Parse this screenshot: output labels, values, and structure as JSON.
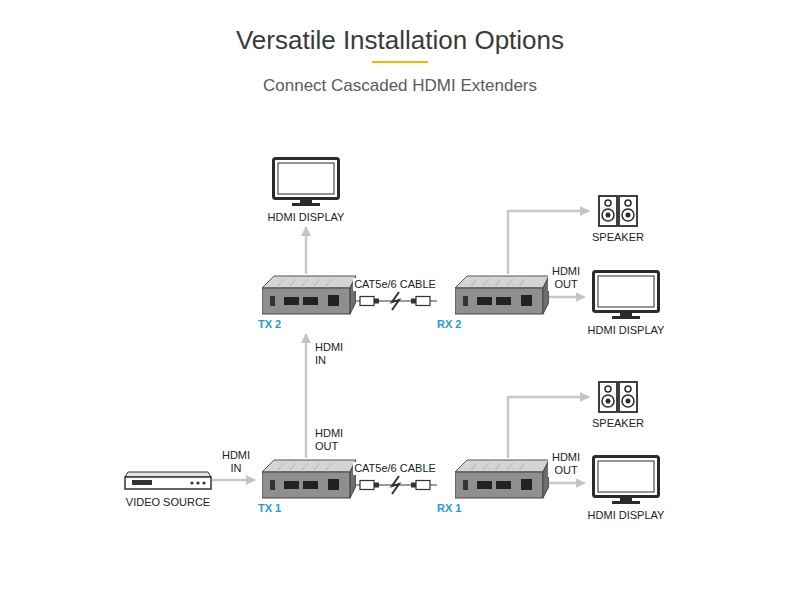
{
  "diagram": {
    "title": "Versatile Installation Options",
    "nodes": [
      {
        "text": [
          "HDMI DISPLAY"
        ]
      },
      {
        "text": [
          "SPEAKER"
        ]
      },
      {
        "text": [
          "TX 2"
        ]
      },
      {
        "text": [
          "RX 2"
        ]
      },
      {
        "text": [
          "HDMI DISPLAY"
        ]
      },
      {
        "text": [
          "SPEAKER"
        ]
      },
      {
        "text": [
          "VIDEO SOURCE"
        ]
      },
      {
        "text": [
          "TX 1"
        ]
      },
      {
        "text": [
          "RX 1"
        ]
      },
      {
        "text": [
          "HDMI DISPLAY"
        ]
      }
    ],
    "edges": [
      {
        "from": 2,
        "to": 0,
        "arrow": "to"
      },
      {
        "from": 2,
        "to": 3,
        "label": "CAT5e/6 CABLE",
        "arrow": "none"
      },
      {
        "from": 3,
        "to": 1,
        "arrow": "to"
      },
      {
        "from": 3,
        "to": 4,
        "label": "HDMI OUT",
        "arrow": "to"
      },
      {
        "from": 6,
        "to": 7,
        "label": "HDMI IN",
        "arrow": "to"
      },
      {
        "from": 7,
        "to": 2,
        "label": "HDMI OUT",
        "arrow": "to"
      },
      {
        "from": 7,
        "to": 8,
        "label": "CAT5e/6 CABLE",
        "arrow": "none"
      },
      {
        "from": 8,
        "to": 5,
        "arrow": "to"
      },
      {
        "from": 8,
        "to": 9,
        "label": "HDMI OUT",
        "arrow": "to"
      }
    ],
    "labels": [
      "Connect Cascaded HDMI Extenders",
      "HDMI IN"
    ]
  }
}
